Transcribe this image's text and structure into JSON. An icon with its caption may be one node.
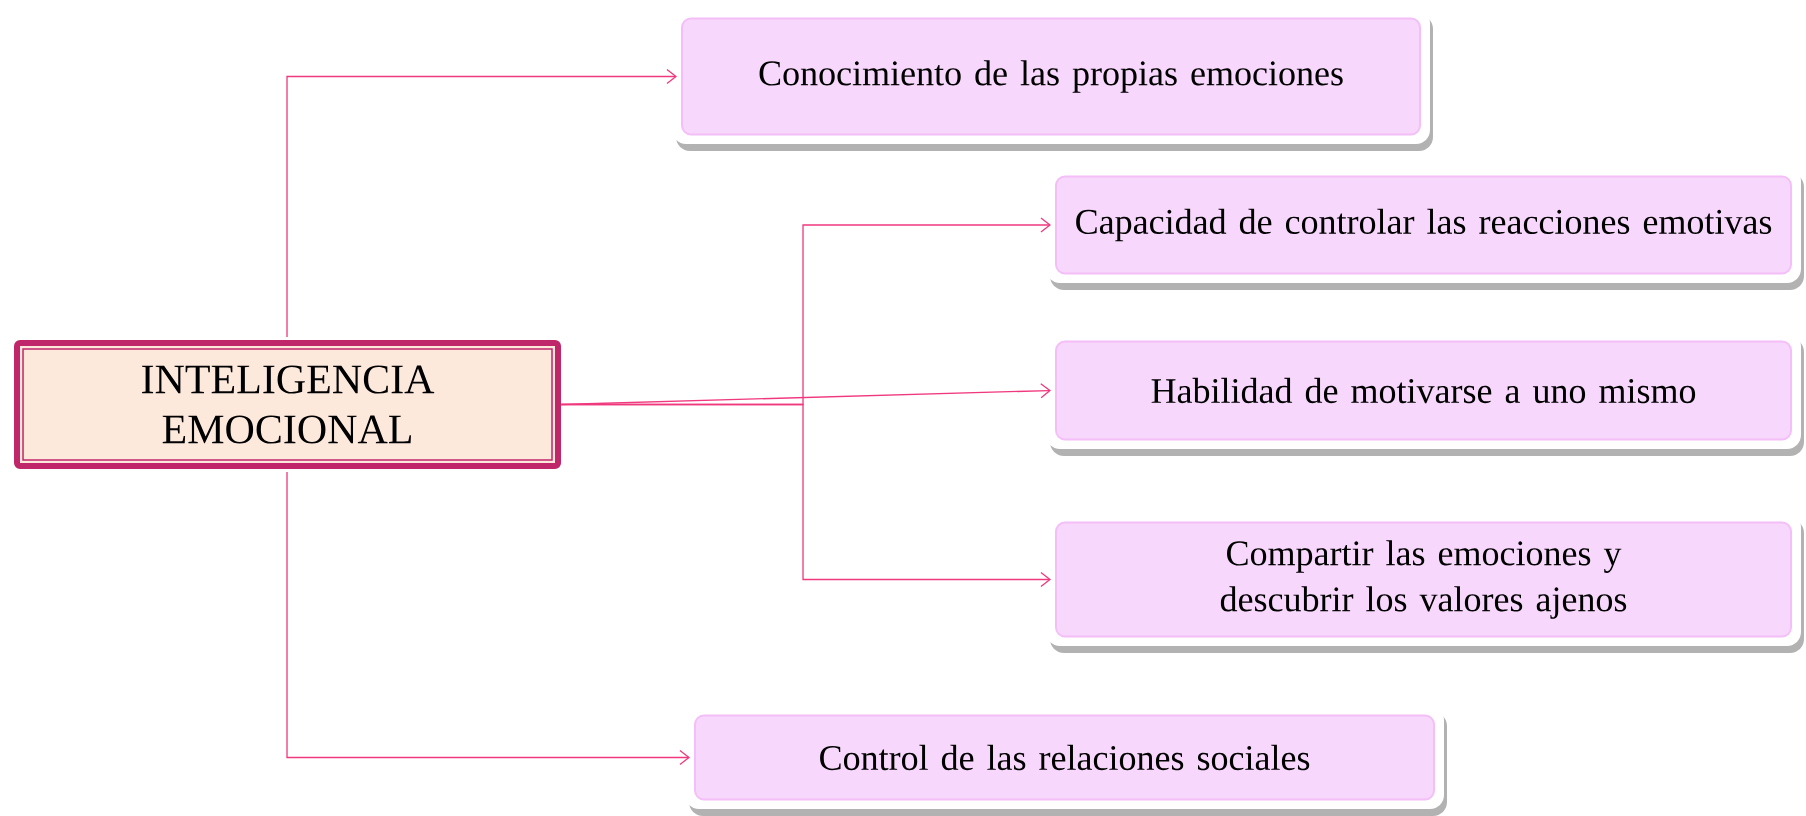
{
  "diagram": {
    "nodes": [
      {
        "text": [
          "INTELIGENCIA EMOCIONAL"
        ]
      },
      {
        "text": [
          "Conocimiento de las propias emociones"
        ]
      },
      {
        "text": [
          "Capacidad de controlar las reacciones emotivas"
        ]
      },
      {
        "text": [
          "Habilidad de motivarse a uno mismo"
        ]
      },
      {
        "text": [
          "Compartir las emociones y descubrir los valores ajenos"
        ]
      },
      {
        "text": [
          "Control de las relaciones sociales"
        ]
      }
    ],
    "edges": [
      {
        "from": 0,
        "to": 1,
        "arrow": "to"
      },
      {
        "from": 0,
        "to": 2,
        "arrow": "to"
      },
      {
        "from": 0,
        "to": 3,
        "arrow": "to"
      },
      {
        "from": 0,
        "to": 4,
        "arrow": "to"
      },
      {
        "from": 0,
        "to": 5,
        "arrow": "to"
      }
    ]
  }
}
